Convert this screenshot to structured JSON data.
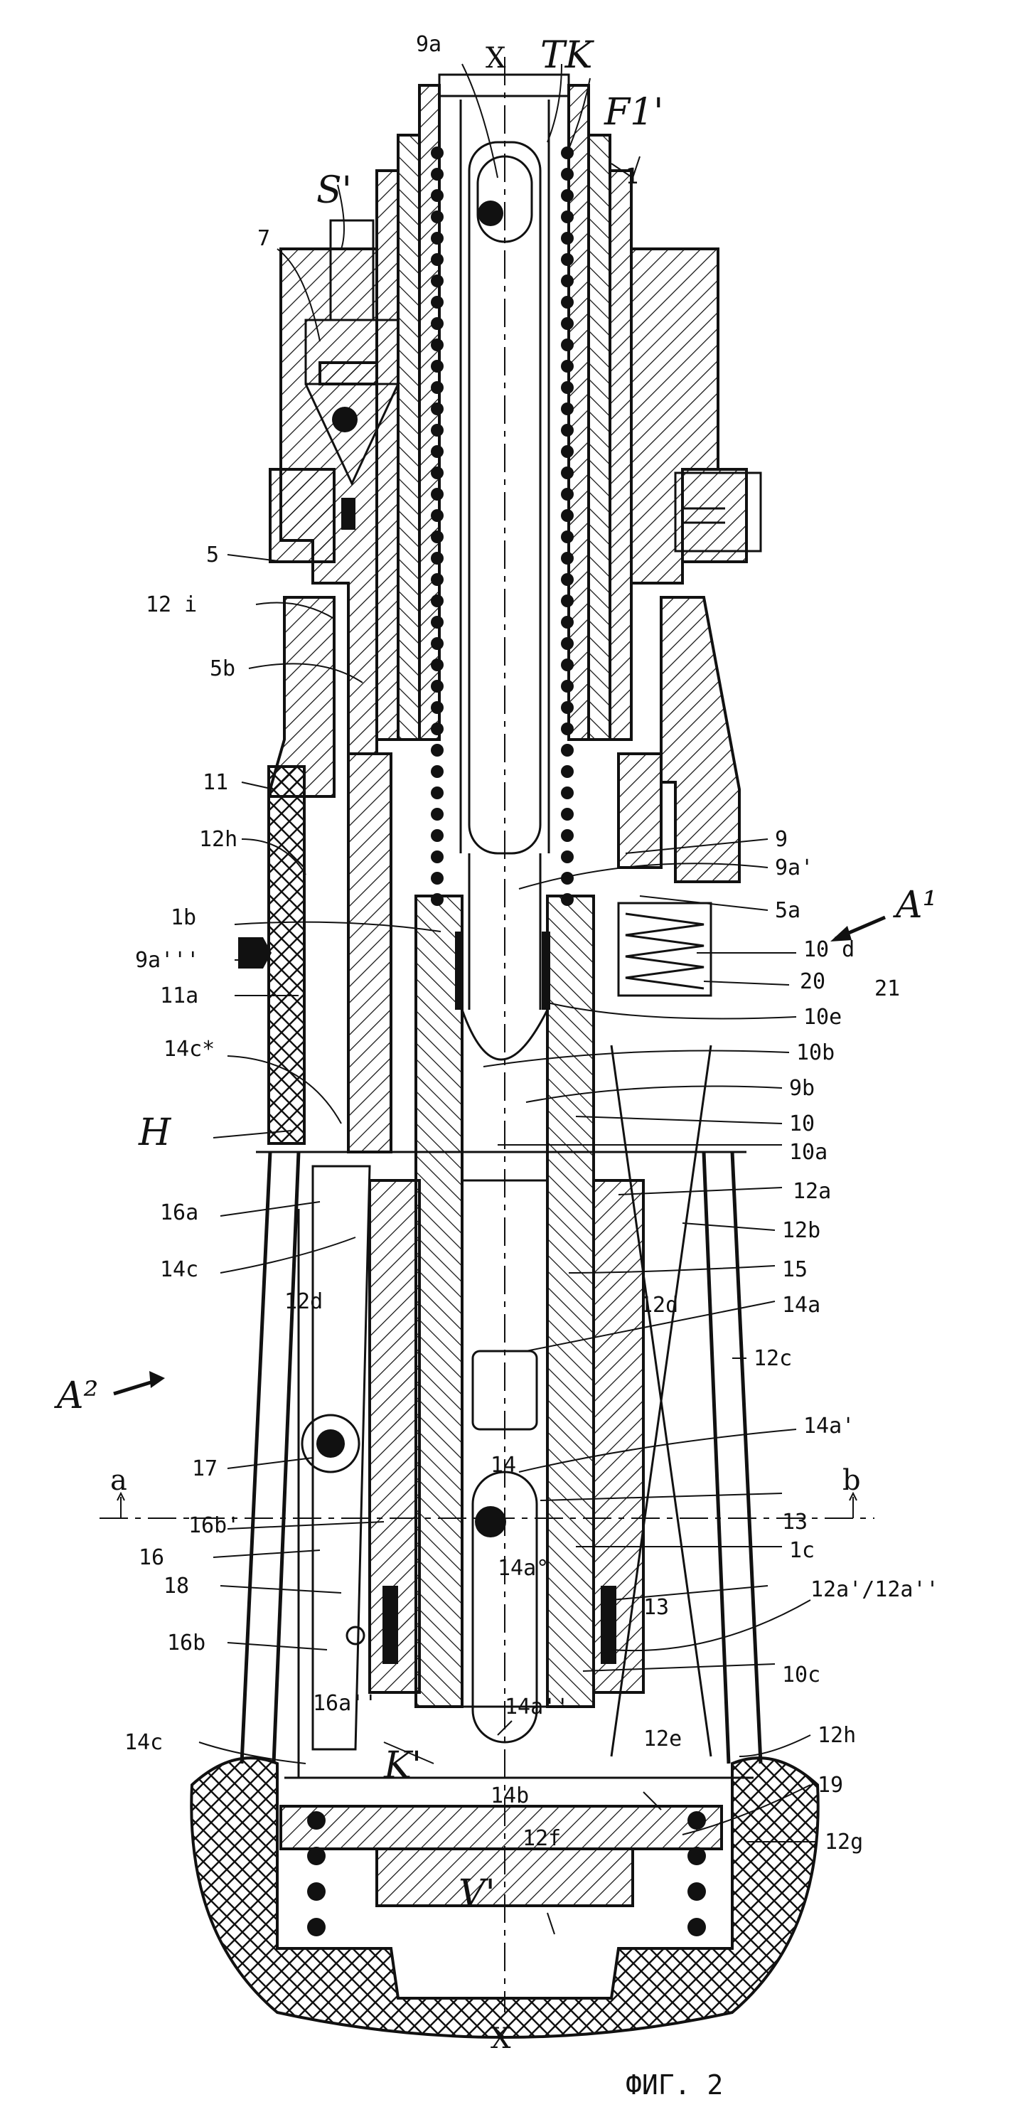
{
  "figure": {
    "caption": "ФИГ. 2",
    "axis_top": "X",
    "axis_bottom": "X",
    "section_left": "a",
    "section_right": "b"
  },
  "labels": {
    "9a": "9a",
    "TK": "TK",
    "F1": "F1'",
    "1": "1",
    "S": "S'",
    "7": "7",
    "5": "5",
    "12i": "12 i",
    "5b": "5b",
    "11": "11",
    "12h_top": "12h",
    "9": "9",
    "9a1": "9a'",
    "5a": "5a",
    "A1": "A¹",
    "1b": "1b",
    "9a3": "9a'''",
    "10d": "10 d",
    "11a": "11a",
    "20": "20",
    "21": "21",
    "10e": "10e",
    "14c_star": "14c*",
    "10b": "10b",
    "9b": "9b",
    "H": "H",
    "10": "10",
    "10a": "10a",
    "16a": "16a",
    "12a": "12a",
    "12b": "12b",
    "14c_top": "14c",
    "15": "15",
    "12d_left": "12d",
    "12d_right": "12d",
    "14a": "14a",
    "12c": "12c",
    "A2": "A²",
    "17": "17",
    "14a1": "14a'",
    "14": "14",
    "16b1": "16b'",
    "13_top": "13",
    "16": "16",
    "1c": "1c",
    "18": "18",
    "14a0": "14a°",
    "13_bottom": "13",
    "12a_dbl": "12a'/12a''",
    "16b": "16b",
    "10c": "10c",
    "16a2": "16a''",
    "14a2": "14a''",
    "14c_bottom": "14c",
    "12e": "12e",
    "12h_bottom": "12h",
    "K": "K'",
    "19": "19",
    "14b": "14b",
    "12g": "12g",
    "12f": "12f",
    "V": "V'"
  }
}
